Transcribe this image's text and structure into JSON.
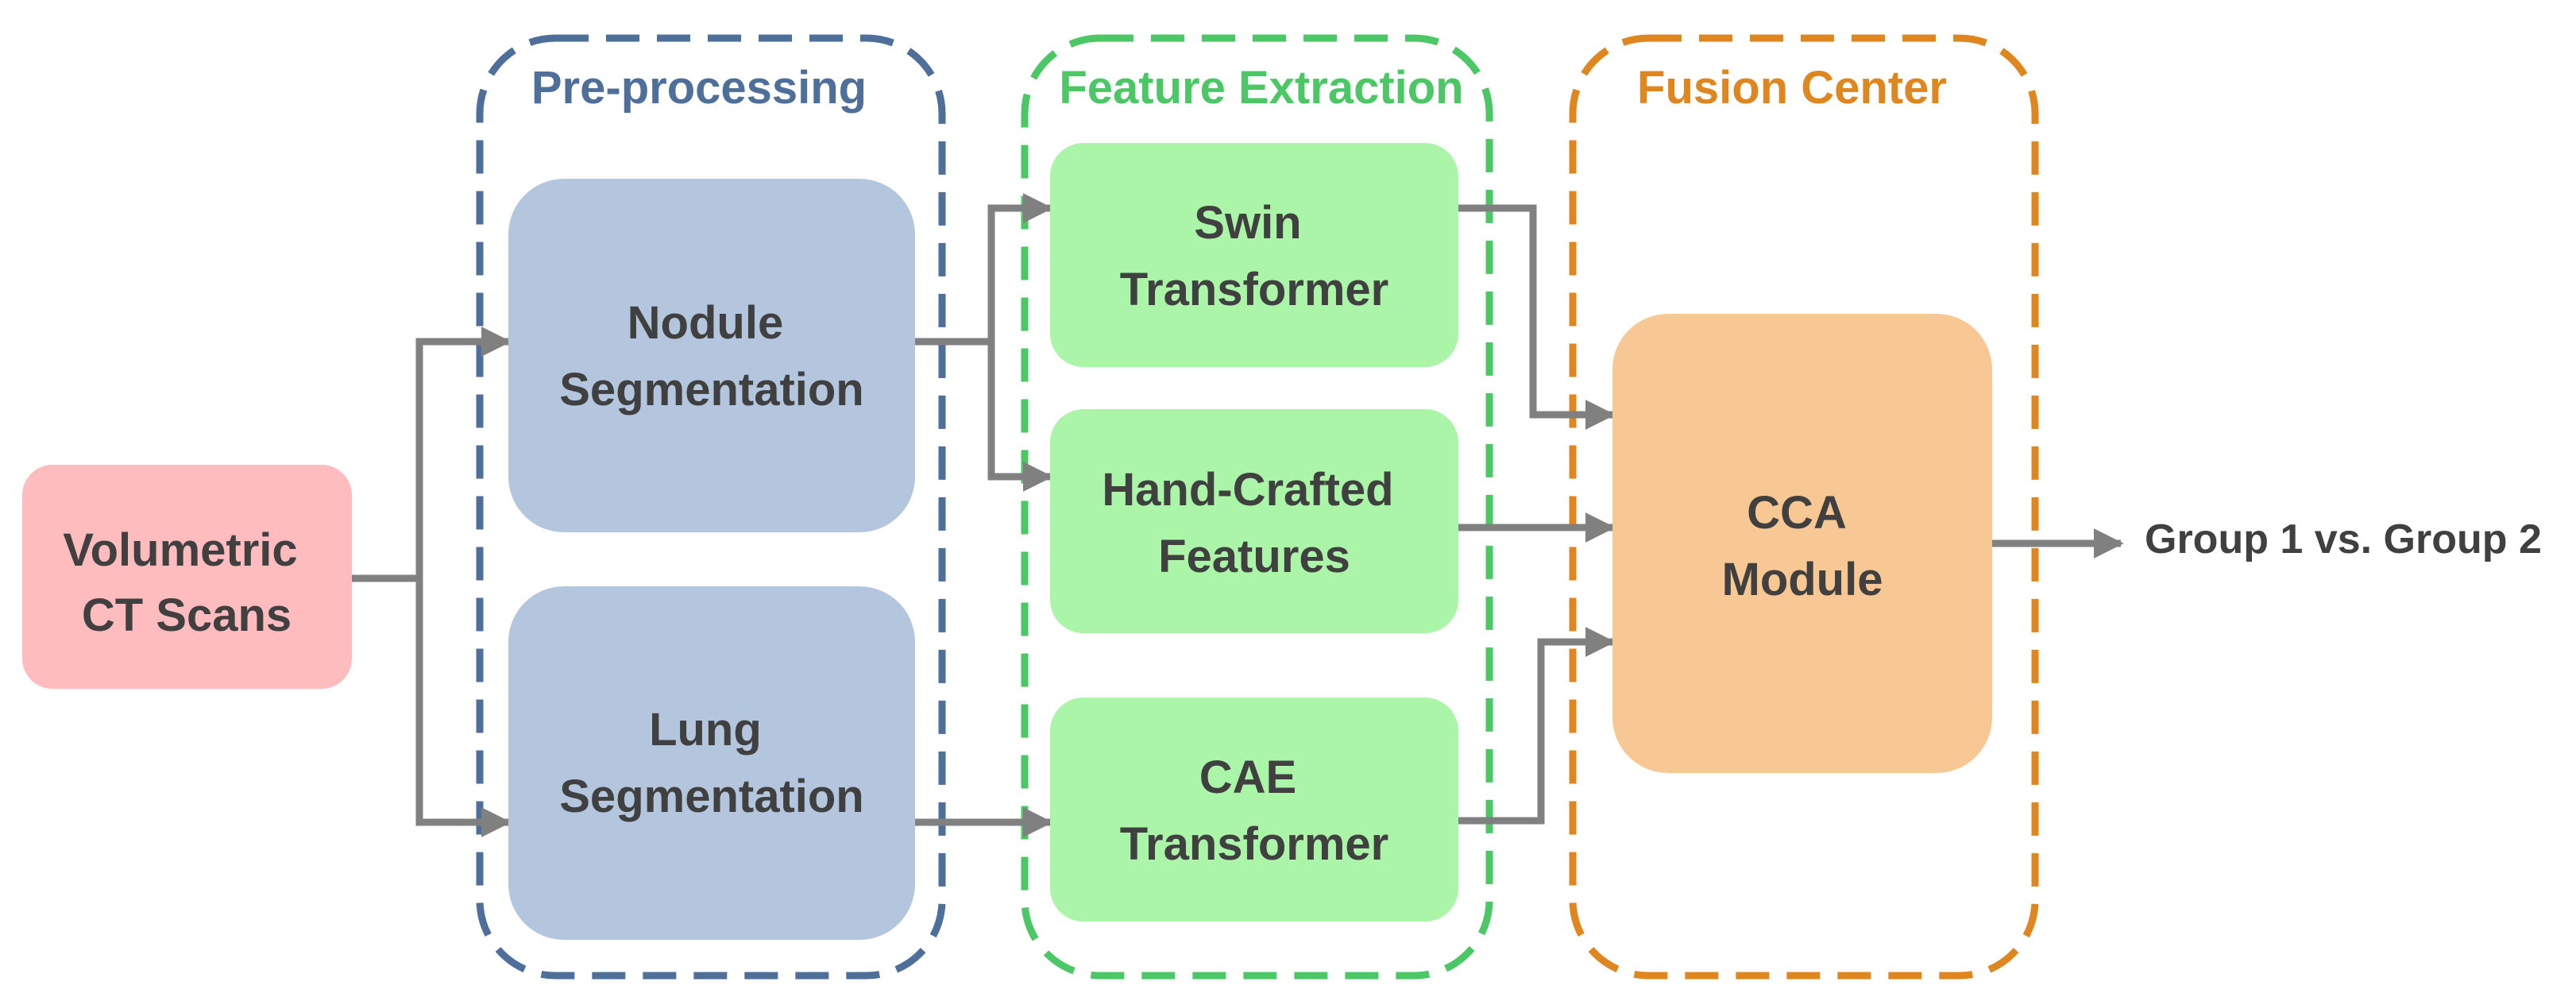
{
  "diagram": {
    "colors": {
      "input_fill": "#ffbcbf",
      "preprocess_fill": "#b3c6dd",
      "preprocess_border": "#4e6f9a",
      "preprocess_title": "#4e6f9a",
      "feature_fill": "#abf5a9",
      "feature_border": "#4cc765",
      "feature_title": "#4cc765",
      "fusion_fill": "#f7c893",
      "fusion_border": "#e0861f",
      "fusion_title": "#e0861f",
      "arrow": "#808080",
      "text": "#404040"
    },
    "groups": {
      "preprocessing": {
        "title": "Pre-processing"
      },
      "feature_extraction": {
        "title": "Feature Extraction"
      },
      "fusion_center": {
        "title": "Fusion Center"
      }
    },
    "nodes": {
      "input": {
        "line1": "Volumetric",
        "line2": "CT Scans"
      },
      "nodule_seg": {
        "line1": "Nodule",
        "line2": "Segmentation"
      },
      "lung_seg": {
        "line1": "Lung",
        "line2": "Segmentation"
      },
      "swin": {
        "line1": "Swin",
        "line2": "Transformer"
      },
      "handcrafted": {
        "line1": "Hand-Crafted",
        "line2": "Features"
      },
      "cae": {
        "line1": "CAE",
        "line2": "Transformer"
      },
      "cca": {
        "line1": "CCA",
        "line2": "Module"
      }
    },
    "output": {
      "label": "Group 1 vs. Group 2"
    }
  }
}
